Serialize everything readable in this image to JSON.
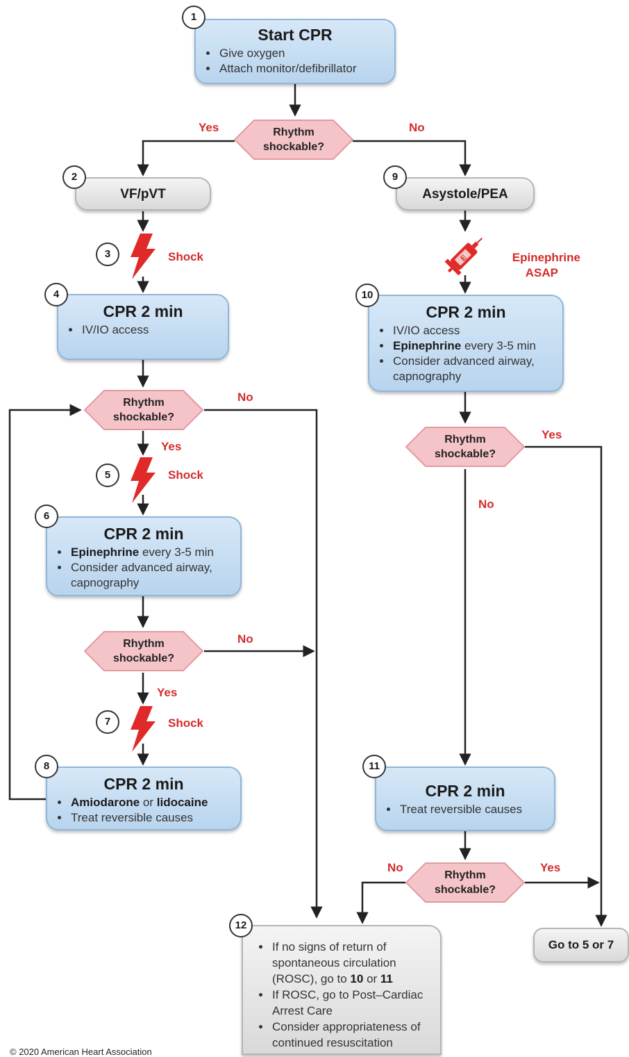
{
  "nodes": {
    "n1": {
      "num": "1",
      "title": "Start CPR",
      "items": [
        "Give oxygen",
        "Attach monitor/defibrillator"
      ]
    },
    "n2": {
      "num": "2",
      "title": "VF/pVT"
    },
    "n3": {
      "num": "3",
      "label": "Shock"
    },
    "n4": {
      "num": "4",
      "title": "CPR 2 min",
      "items": [
        "IV/IO access"
      ]
    },
    "n5": {
      "num": "5",
      "label": "Shock"
    },
    "n6": {
      "num": "6",
      "title": "CPR 2 min",
      "item1_bold": "Epinephrine",
      "item1_rest": " every 3-5 min",
      "item2": "Consider advanced airway, capnography"
    },
    "n7": {
      "num": "7",
      "label": "Shock"
    },
    "n8": {
      "num": "8",
      "title": "CPR 2 min",
      "item1_bold_a": "Amiodarone",
      "item1_mid": " or ",
      "item1_bold_b": "lidocaine",
      "item2": "Treat reversible causes"
    },
    "n9": {
      "num": "9",
      "title": "Asystole/PEA"
    },
    "n9b": {
      "label_line1": "Epinephrine",
      "label_line2": "ASAP"
    },
    "n10": {
      "num": "10",
      "title": "CPR 2 min",
      "item1": "IV/IO access",
      "item2_bold": "Epinephrine",
      "item2_rest": " every 3-5 min",
      "item3": "Consider advanced airway, capnography"
    },
    "n11": {
      "num": "11",
      "title": "CPR 2 min",
      "items": [
        "Treat reversible causes"
      ]
    },
    "n12": {
      "num": "12",
      "i1a": "If no signs of return of spontaneous circulation (ROSC), go to ",
      "i1b": "10",
      "i1c": " or ",
      "i1d": "11",
      "i2": "If ROSC, go to Post–Cardiac Arrest Care",
      "i3": "Consider appropriateness of continued resuscitation"
    },
    "goto": {
      "title": "Go to 5 or 7"
    }
  },
  "decision": {
    "line1": "Rhythm",
    "line2": "shockable?"
  },
  "labels": {
    "yes": "Yes",
    "no": "No"
  },
  "footer": {
    "copyright": "© 2020 American Heart Association"
  },
  "colors": {
    "accent": "#d42b2b",
    "box_blue": "#c7ddf2",
    "decision_pink": "#f5c4c8"
  }
}
